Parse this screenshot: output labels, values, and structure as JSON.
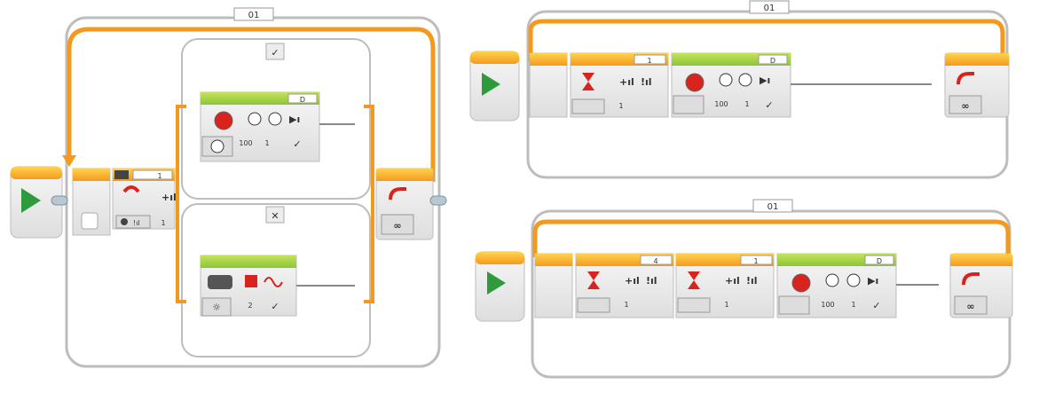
{
  "program_a": {
    "loop_name": "01",
    "switch_port": "1",
    "switch_param": "1",
    "case_true_symbol": "✓",
    "case_false_symbol": "✕",
    "motor_port": "D",
    "motor_power": "100",
    "motor_rotations": "1",
    "motor_brake": "✓",
    "light_port_value": "2",
    "light_pulse": "✓",
    "loop_mode": "∞"
  },
  "program_b": {
    "loop_name": "01",
    "wait_port": "1",
    "wait_value": "1",
    "motor_port": "D",
    "motor_power": "100",
    "motor_rotations": "1",
    "motor_brake": "✓",
    "loop_mode": "∞"
  },
  "program_c": {
    "loop_name": "01",
    "wait1_port": "4",
    "wait1_value": "1",
    "wait2_port": "1",
    "wait2_value": "1",
    "motor_port": "D",
    "motor_power": "100",
    "motor_rotations": "1",
    "motor_brake": "✓",
    "loop_mode": "∞"
  },
  "colors": {
    "loop_wire": "#f39a1e",
    "motor_header": "#9ccc3b",
    "loop_header": "#f7a51f",
    "block_body": "#ececec",
    "start_arrow": "#2e9a3c"
  }
}
